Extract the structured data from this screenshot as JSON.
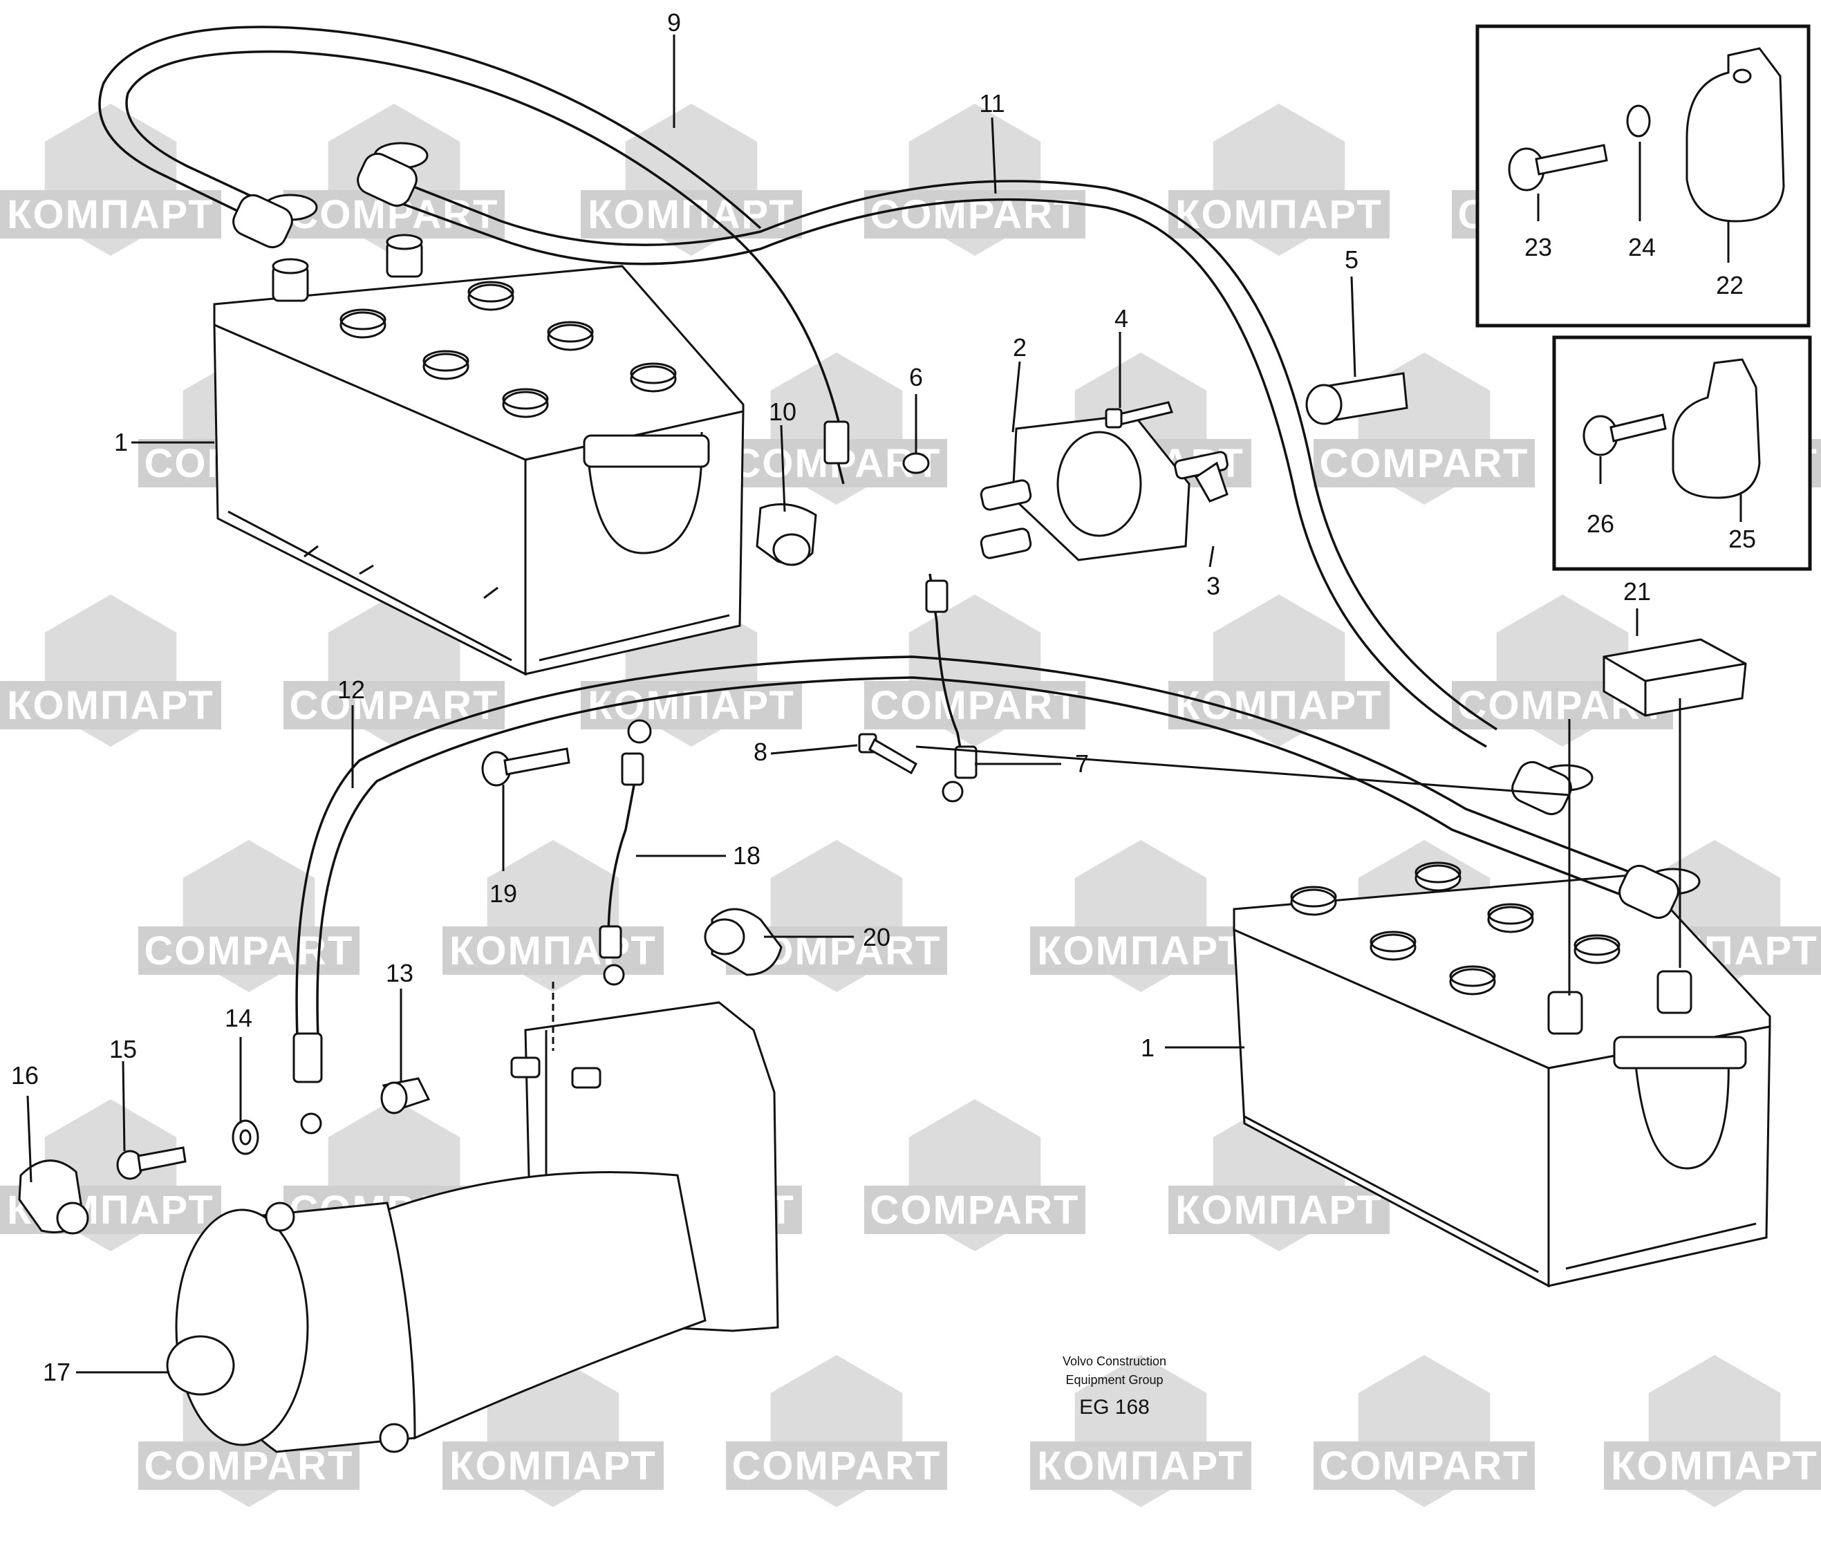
{
  "watermarks": {
    "latin": "COMPART",
    "cyrillic": "КОМПАРТ"
  },
  "callouts": [
    "1",
    "1",
    "2",
    "3",
    "4",
    "5",
    "6",
    "7",
    "8",
    "9",
    "10",
    "11",
    "12",
    "13",
    "14",
    "15",
    "16",
    "17",
    "18",
    "19",
    "20",
    "21",
    "22",
    "23",
    "24",
    "25",
    "26"
  ],
  "credit": {
    "line1": "Volvo Construction",
    "line2": "Equipment Group",
    "code": "EG 168"
  }
}
